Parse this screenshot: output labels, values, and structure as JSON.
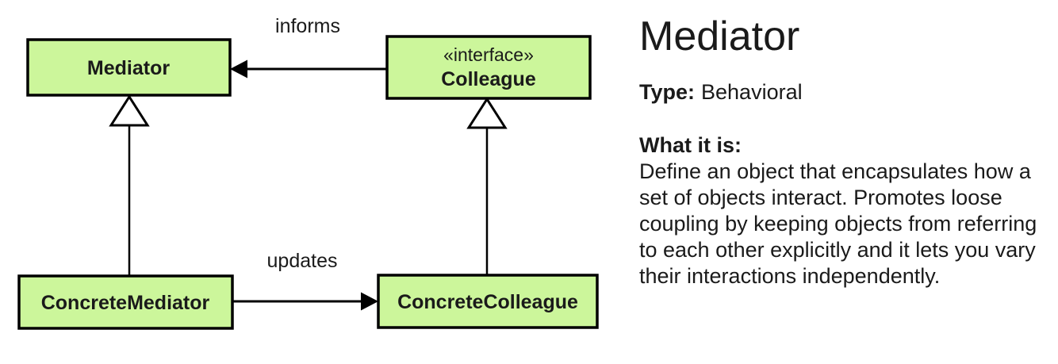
{
  "diagram": {
    "colors": {
      "box_fill": "#ccf69b",
      "box_stroke": "#000000",
      "connector": "#000000"
    },
    "mediator": {
      "name": "Mediator"
    },
    "colleague": {
      "stereotype": "«interface»",
      "name": "Colleague"
    },
    "concrete_mediator": {
      "name": "ConcreteMediator"
    },
    "concrete_colleague": {
      "name": "ConcreteColleague"
    },
    "edges": {
      "informs": "informs",
      "updates": "updates"
    }
  },
  "panel": {
    "title": "Mediator",
    "type_label": "Type:",
    "type_value": "Behavioral",
    "what_label": "What it is:",
    "description": "Define an object that encapsulates how a set of objects interact. Promotes loose coupling by keeping objects from referring to each other explicitly and it lets you vary their interactions independently."
  }
}
